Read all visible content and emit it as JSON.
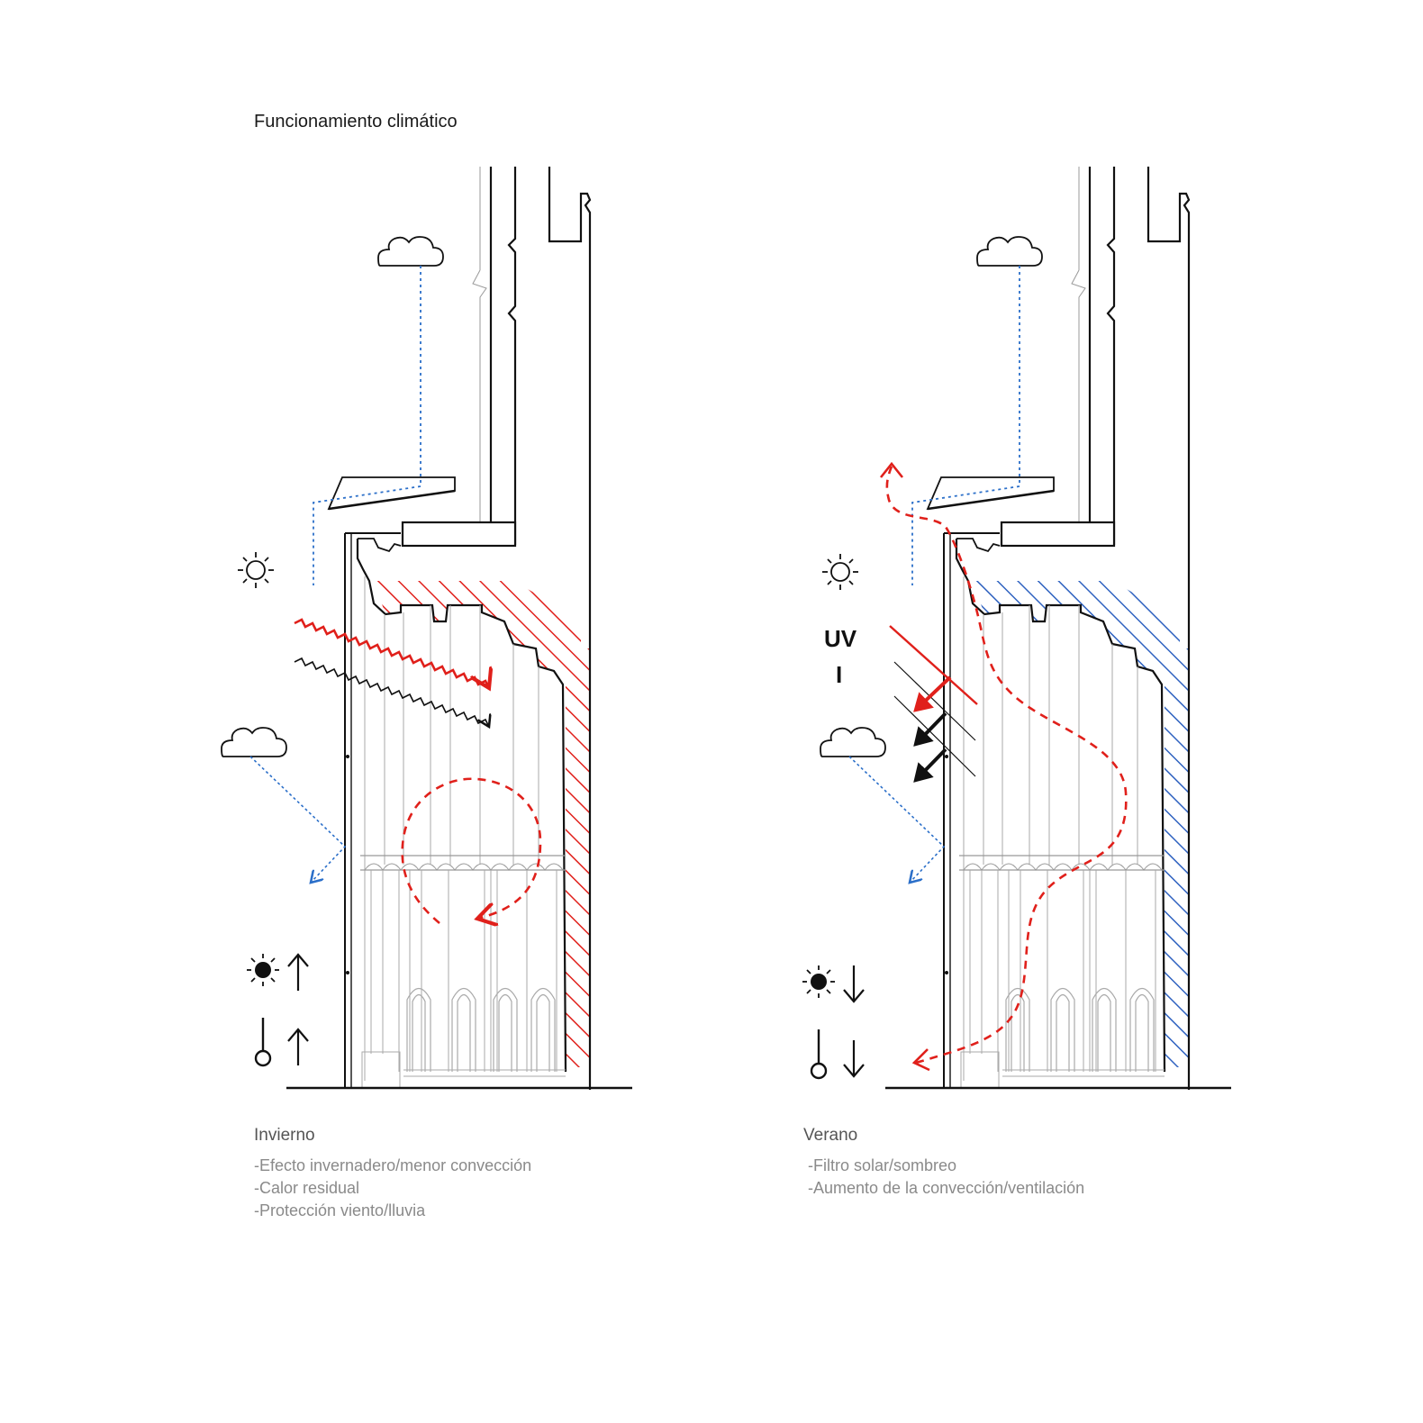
{
  "title": "Funcionamiento climático",
  "panels": [
    {
      "season": "Invierno",
      "notes": [
        "-Efecto invernadero/menor convección",
        "-Calor residual",
        "-Protección viento/lluvia"
      ],
      "hatch_color": "#e0201b",
      "indicators": [
        "sun-up-arrow",
        "thermometer-up-arrow"
      ]
    },
    {
      "season": "Verano",
      "notes": [
        "-Filtro solar/sombreo",
        "-Aumento de la convección/ventilación"
      ],
      "hatch_color": "#2f62c0",
      "uv_label": "UV",
      "ir_label": "I",
      "indicators": [
        "sun-down-arrow",
        "thermometer-down-arrow"
      ]
    }
  ],
  "colors": {
    "heat": "#e0201b",
    "cool": "#2f62c0",
    "rain": "#2b6fc9",
    "line": "#111111"
  }
}
